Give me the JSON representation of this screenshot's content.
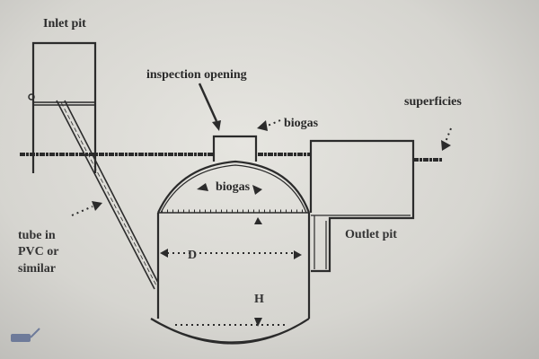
{
  "labels": {
    "inlet_pit": "Inlet pit",
    "inspection_opening": "inspection opening",
    "biogas_top": "biogas",
    "superficies": "superficies",
    "biogas_inner": "biogas",
    "tube_line1": "tube in",
    "tube_line2": "PVC or",
    "tube_line3": "similar",
    "outlet_pit": "Outlet pit",
    "diameter": "D",
    "height": "H"
  },
  "colors": {
    "ink": "#2b2b2b",
    "paper": "#d9d8d3"
  }
}
